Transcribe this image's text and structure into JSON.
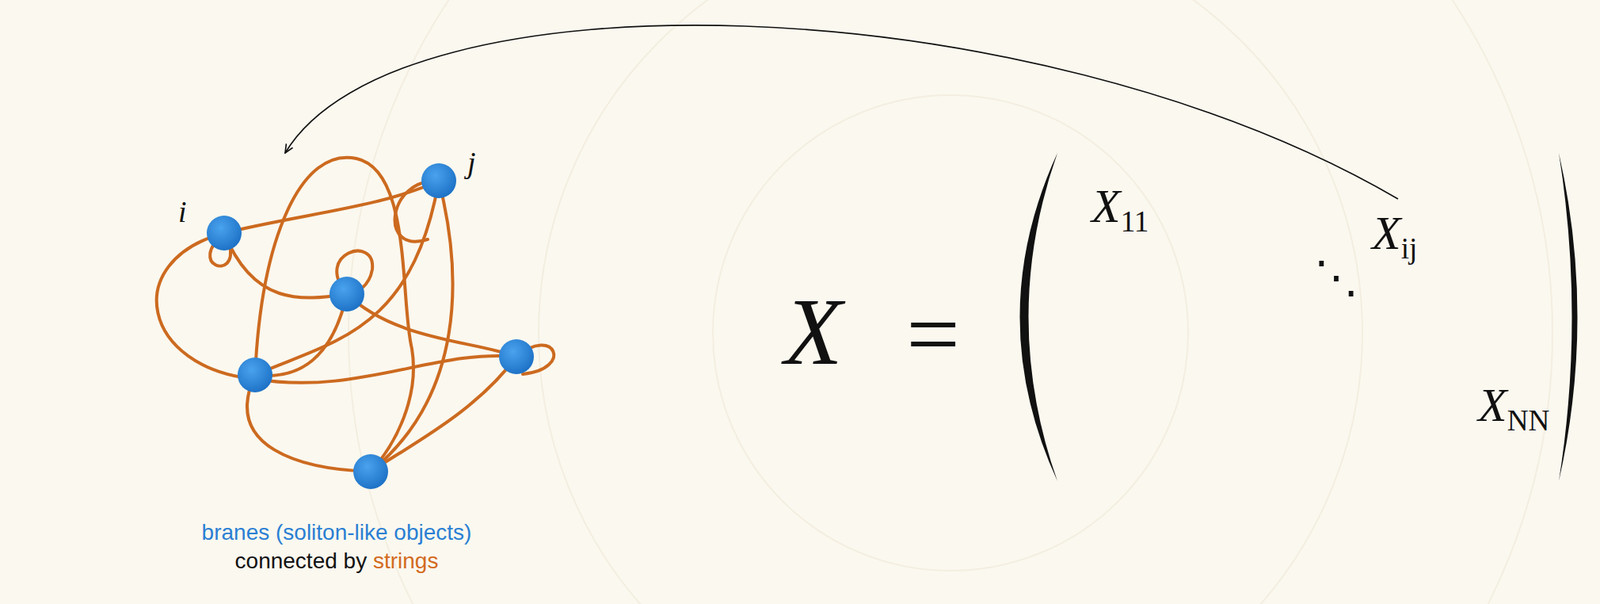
{
  "diagram": {
    "labels": [
      "i",
      "j",
      "branes (soliton-like objects)",
      "connected by",
      "strings",
      "X",
      "=",
      "X",
      "11",
      "⋱",
      "X",
      "ij",
      "X",
      "NN"
    ]
  }
}
